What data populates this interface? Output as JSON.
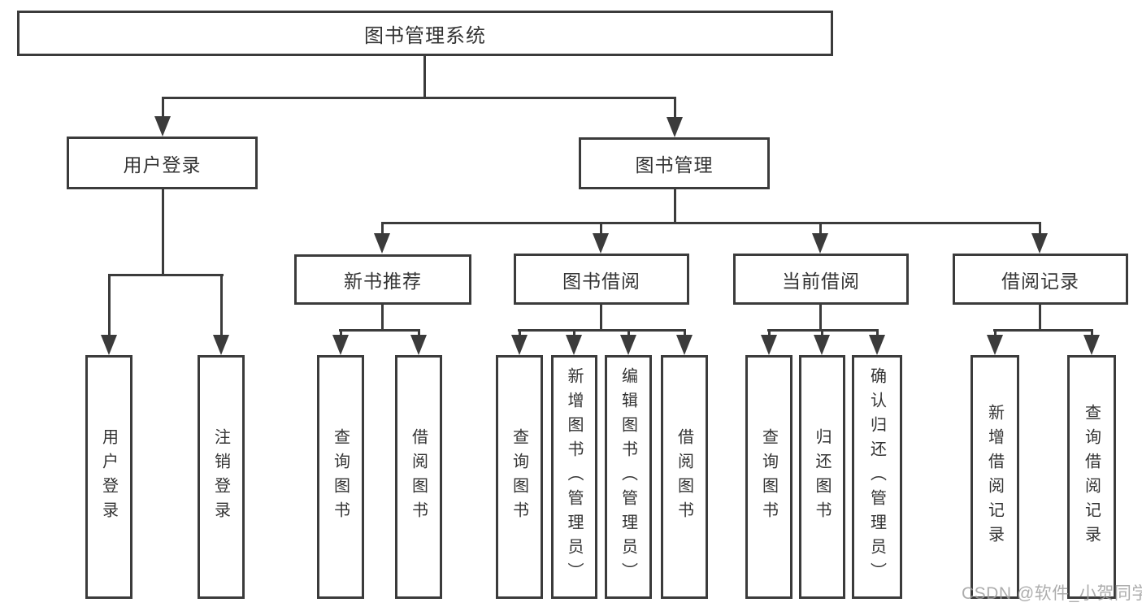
{
  "colors": {
    "line": "#3b3b3b",
    "text": "#333333",
    "box_background": "#ffffff",
    "page_background": "#ffffff",
    "watermark": "#9f9f9f"
  },
  "diagram": {
    "nodes": {
      "root": {
        "label": "图书管理系统"
      },
      "user_login": {
        "label": "用户登录"
      },
      "book_mgmt": {
        "label": "图书管理"
      },
      "new_book": {
        "label": "新书推荐"
      },
      "book_borrow": {
        "label": "图书借阅"
      },
      "current_borrow": {
        "label": "当前借阅"
      },
      "borrow_record": {
        "label": "借阅记录"
      },
      "ul_login": {
        "label": "用户登录"
      },
      "ul_logout": {
        "label": "注销登录"
      },
      "nb_query": {
        "label": "查询图书"
      },
      "nb_borrow": {
        "label": "借阅图书"
      },
      "bb_query": {
        "label": "查询图书"
      },
      "bb_add": {
        "label": "新增图书（管理员）"
      },
      "bb_edit": {
        "label": "编辑图书（管理员）"
      },
      "bb_borrow": {
        "label": "借阅图书"
      },
      "cb_query": {
        "label": "查询图书"
      },
      "cb_return": {
        "label": "归还图书"
      },
      "cb_confirm": {
        "label": "确认归还（管理员）"
      },
      "br_add": {
        "label": "新增借阅记录"
      },
      "br_query": {
        "label": "查询借阅记录"
      }
    },
    "watermark": "CSDN @软件_小贺同学"
  }
}
